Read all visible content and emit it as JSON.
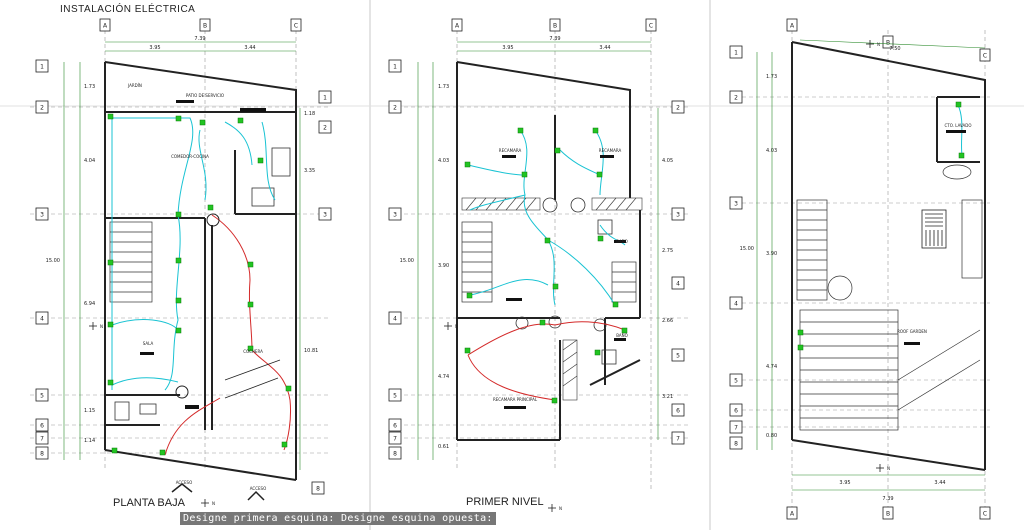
{
  "title": "INSTALACIÓN ELÉCTRICA",
  "plans": [
    {
      "label": "PLANTA BAJA",
      "col_bubbles": [
        "A",
        "B",
        "C"
      ],
      "top_dims": {
        "total": "7.39",
        "left": "3.95",
        "right": "3.44"
      },
      "left_dims": [
        "1.73",
        "4.04",
        "6.94",
        "1.15",
        "1.14"
      ],
      "total_height": "15.00",
      "right_dims": [
        "1.18",
        "3.35",
        "10.81"
      ],
      "rooms": [
        "JARDÍN",
        "PATIO DE SERVICIO",
        "COMEDOR-COCINA",
        "SALA",
        "COCHERA",
        "ACCESO",
        "ACCESO"
      ]
    },
    {
      "label": "PRIMER NIVEL",
      "col_bubbles": [
        "A",
        "B",
        "C"
      ],
      "top_dims": {
        "total": "7.39",
        "left": "3.95",
        "right": "3.44"
      },
      "left_dims": [
        "1.73",
        "4.03",
        "3.90",
        "4.74",
        "0.61"
      ],
      "total_height": "15.00",
      "right_dims": [
        "4.05",
        "2.75",
        "2.66",
        "3.21"
      ],
      "rooms": [
        "RECAMARA",
        "RECAMARA",
        "BAÑO",
        "BAÑO",
        "RECAMARA PRINCIPAL"
      ]
    },
    {
      "label": "",
      "col_bubbles": [
        "A",
        "B",
        "C"
      ],
      "top_dims": {
        "total": "7.50"
      },
      "bottom_dims": {
        "total": "7.39",
        "left": "3.95",
        "right": "3.44"
      },
      "left_dims": [
        "1.73",
        "4.03",
        "3.90",
        "4.74",
        "0.80"
      ],
      "total_height": "15.00",
      "rooms": [
        "CTO. LAVADO",
        "ROOF GARDEN"
      ]
    }
  ],
  "row_bubbles": [
    "1",
    "2",
    "3",
    "4",
    "5",
    "6",
    "7",
    "8"
  ],
  "north_mark": "N",
  "command_line": "Designe primera esquina: Designe esquina opuesta:",
  "colors": {
    "wall": "#222222",
    "circuit_a": "#19c3d3",
    "circuit_b": "#d42a2a",
    "device": "#22c422",
    "dim_green": "#2a8a2a"
  }
}
